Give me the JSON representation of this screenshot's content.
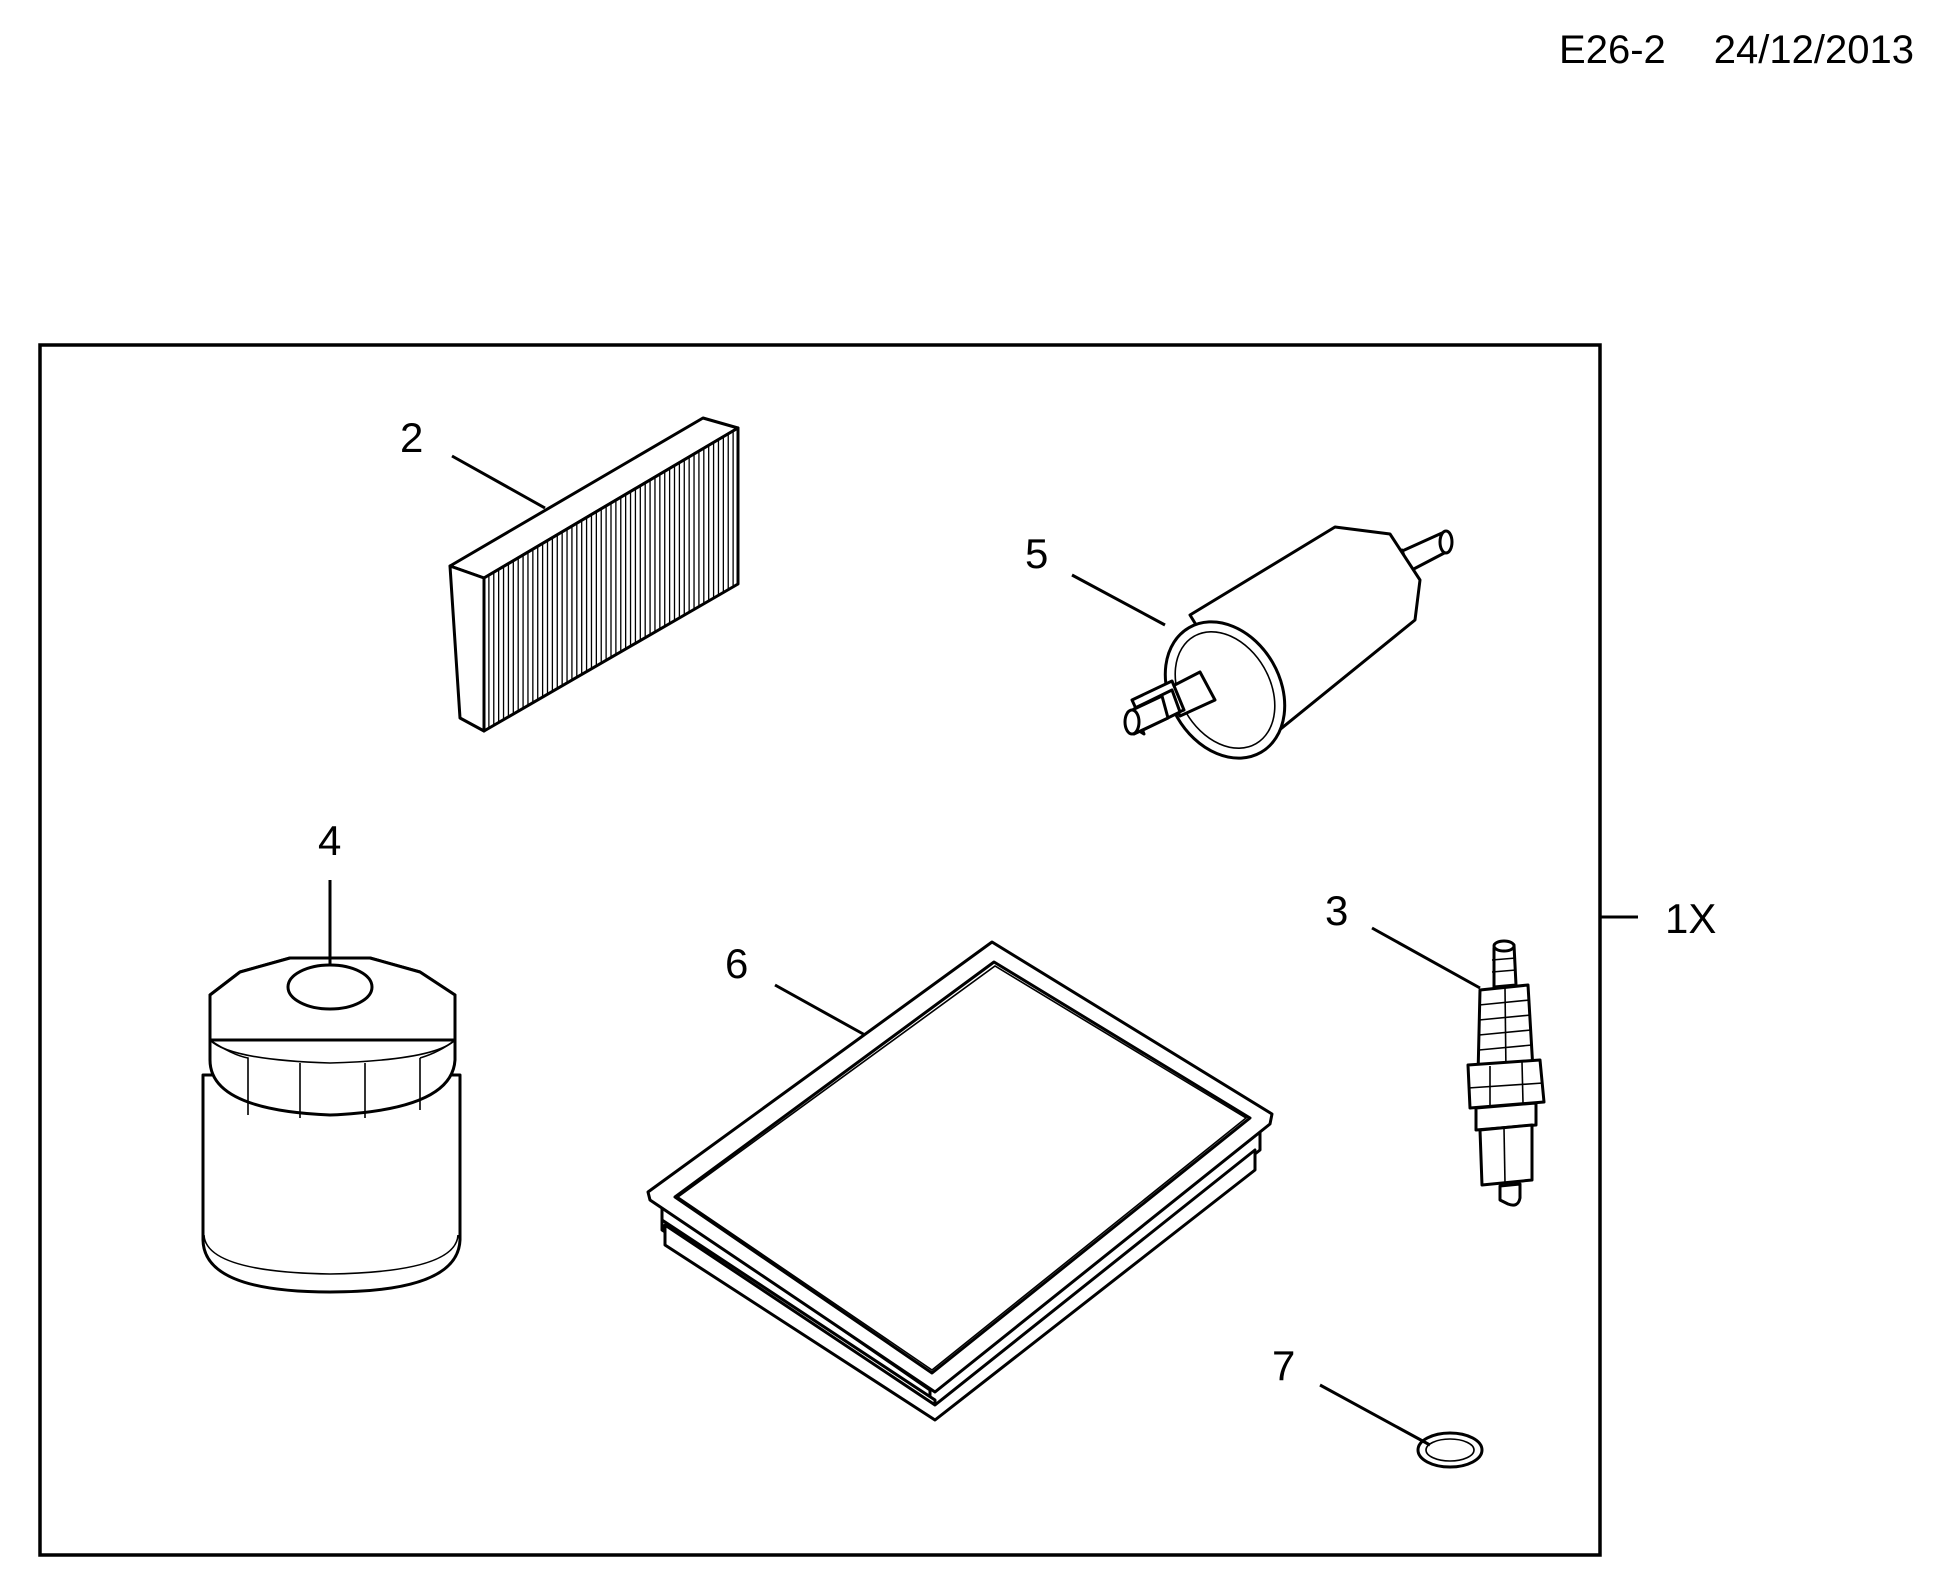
{
  "header": {
    "code": "E26-2",
    "date": "24/12/2013"
  },
  "group": {
    "quantity_label": "1X"
  },
  "callouts": {
    "c2": "2",
    "c5": "5",
    "c4": "4",
    "c6": "6",
    "c3": "3",
    "c7": "7"
  }
}
